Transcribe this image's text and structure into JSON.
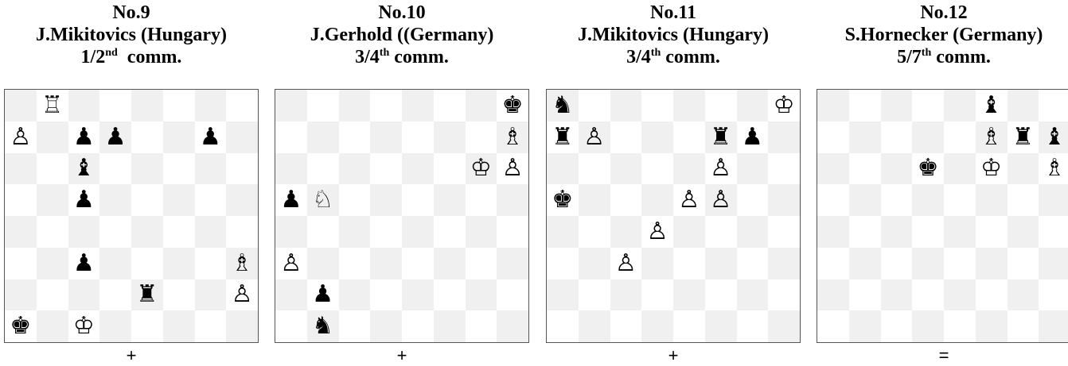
{
  "diagrams": [
    {
      "number": "No.9",
      "composer": "J.Mikitovics (Hungary)",
      "award_main": "1/2",
      "award_sup": "nd",
      "award_tail": "  comm.",
      "result": "+",
      "pieces": [
        {
          "sq": "b8",
          "piece": "wR",
          "glyph": "♖"
        },
        {
          "sq": "a7",
          "piece": "wP",
          "glyph": "♙"
        },
        {
          "sq": "c7",
          "piece": "bP",
          "glyph": "♟"
        },
        {
          "sq": "d7",
          "piece": "bP",
          "glyph": "♟"
        },
        {
          "sq": "g7",
          "piece": "bP",
          "glyph": "♟"
        },
        {
          "sq": "c6",
          "piece": "bB",
          "glyph": "♝"
        },
        {
          "sq": "c5",
          "piece": "bP",
          "glyph": "♟"
        },
        {
          "sq": "c3",
          "piece": "bP",
          "glyph": "♟"
        },
        {
          "sq": "h3",
          "piece": "wB",
          "glyph": "♗"
        },
        {
          "sq": "e2",
          "piece": "bR",
          "glyph": "♜"
        },
        {
          "sq": "h2",
          "piece": "wP",
          "glyph": "♙"
        },
        {
          "sq": "a1",
          "piece": "bK",
          "glyph": "♚"
        },
        {
          "sq": "c1",
          "piece": "wK",
          "glyph": "♔"
        }
      ]
    },
    {
      "number": "No.10",
      "composer": "J.Gerhold ((Germany)",
      "award_main": "3/4",
      "award_sup": "th",
      "award_tail": " comm.",
      "result": "+",
      "pieces": [
        {
          "sq": "h8",
          "piece": "bK",
          "glyph": "♚"
        },
        {
          "sq": "h7",
          "piece": "wB",
          "glyph": "♗"
        },
        {
          "sq": "g6",
          "piece": "wK",
          "glyph": "♔"
        },
        {
          "sq": "h6",
          "piece": "wP",
          "glyph": "♙"
        },
        {
          "sq": "a5",
          "piece": "bP",
          "glyph": "♟"
        },
        {
          "sq": "b5",
          "piece": "wN",
          "glyph": "♘"
        },
        {
          "sq": "a3",
          "piece": "wP",
          "glyph": "♙"
        },
        {
          "sq": "b2",
          "piece": "bP",
          "glyph": "♟"
        },
        {
          "sq": "b1",
          "piece": "bN",
          "glyph": "♞"
        }
      ]
    },
    {
      "number": "No.11",
      "composer": "J.Mikitovics (Hungary)",
      "award_main": "3/4",
      "award_sup": "th",
      "award_tail": " comm.",
      "result": "+",
      "pieces": [
        {
          "sq": "a8",
          "piece": "bN",
          "glyph": "♞"
        },
        {
          "sq": "h8",
          "piece": "wK",
          "glyph": "♔"
        },
        {
          "sq": "a7",
          "piece": "bR",
          "glyph": "♜"
        },
        {
          "sq": "b7",
          "piece": "wP",
          "glyph": "♙"
        },
        {
          "sq": "f7",
          "piece": "bR",
          "glyph": "♜"
        },
        {
          "sq": "g7",
          "piece": "bP",
          "glyph": "♟"
        },
        {
          "sq": "f6",
          "piece": "wP",
          "glyph": "♙"
        },
        {
          "sq": "a5",
          "piece": "bK",
          "glyph": "♚"
        },
        {
          "sq": "e5",
          "piece": "wP",
          "glyph": "♙"
        },
        {
          "sq": "f5",
          "piece": "wP",
          "glyph": "♙"
        },
        {
          "sq": "d4",
          "piece": "wP",
          "glyph": "♙"
        },
        {
          "sq": "c3",
          "piece": "wP",
          "glyph": "♙"
        }
      ]
    },
    {
      "number": "No.12",
      "composer": "S.Hornecker (Germany)",
      "award_main": "5/7",
      "award_sup": "th",
      "award_tail": " comm.",
      "result": "=",
      "pieces": [
        {
          "sq": "f8",
          "piece": "bB",
          "glyph": "♝"
        },
        {
          "sq": "f7",
          "piece": "wB",
          "glyph": "♗"
        },
        {
          "sq": "g7",
          "piece": "bR",
          "glyph": "♜"
        },
        {
          "sq": "h7",
          "piece": "bB",
          "glyph": "♝"
        },
        {
          "sq": "d6",
          "piece": "bK",
          "glyph": "♚"
        },
        {
          "sq": "f6",
          "piece": "wK",
          "glyph": "♔"
        },
        {
          "sq": "h6",
          "piece": "wB",
          "glyph": "♗"
        }
      ]
    }
  ]
}
